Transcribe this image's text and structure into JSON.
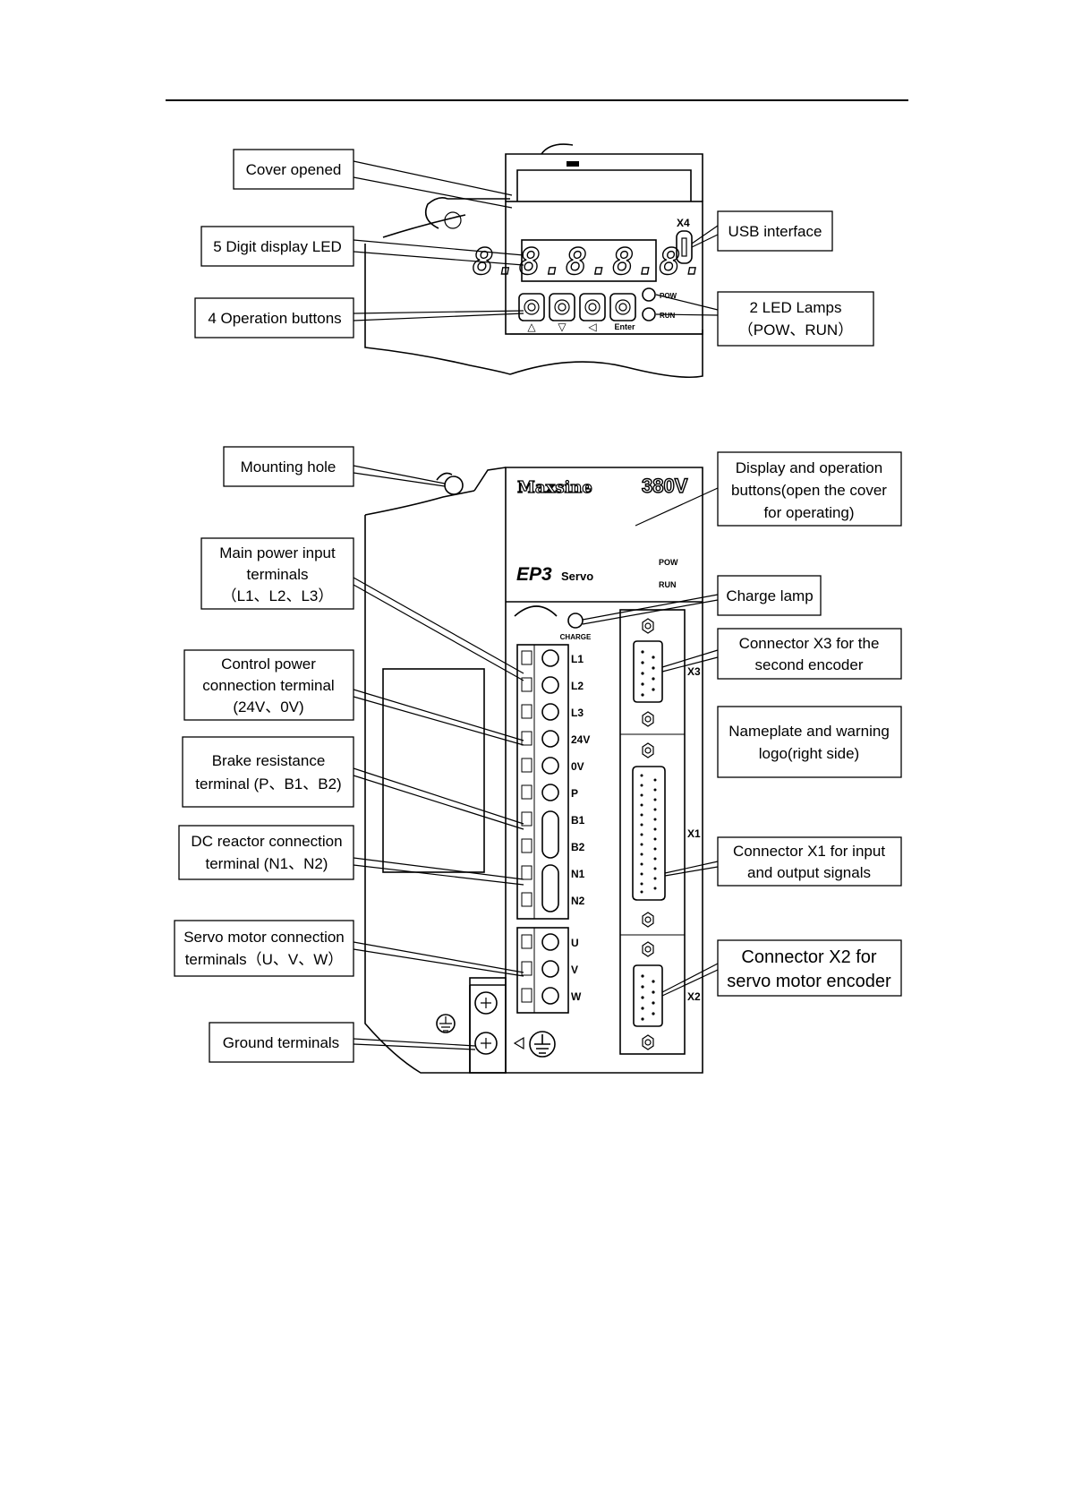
{
  "callouts": {
    "cover_opened": [
      "Cover opened"
    ],
    "digit_display": [
      "5 Digit display LED"
    ],
    "operation_buttons": [
      "4 Operation buttons"
    ],
    "usb_interface": [
      "USB interface"
    ],
    "led_lamps": [
      "2 LED Lamps",
      "（POW、RUN）"
    ],
    "mounting_hole": [
      "Mounting hole"
    ],
    "display_operation": [
      "Display and operation",
      "buttons(open the cover",
      "for operating)"
    ],
    "main_power": [
      "Main power input",
      "terminals",
      "（L1、L2、L3）"
    ],
    "charge_lamp": [
      "Charge lamp"
    ],
    "control_power": [
      "Control power",
      "connection terminal",
      "(24V、0V)"
    ],
    "connector_x3": [
      "Connector X3 for the",
      "second encoder"
    ],
    "nameplate": [
      "Nameplate and warning",
      "logo(right side)"
    ],
    "brake_resistance": [
      "Brake resistance",
      "terminal (P、B1、B2)"
    ],
    "dc_reactor": [
      "DC reactor connection",
      "terminal (N1、N2)"
    ],
    "connector_x1": [
      "Connector X1 for input",
      "and output signals"
    ],
    "servo_motor": [
      "Servo motor connection",
      "terminals（U、V、W）"
    ],
    "connector_x2": [
      "Connector X2 for",
      "servo motor encoder"
    ],
    "ground": [
      "Ground terminals"
    ]
  },
  "device": {
    "brand": "Maxsine",
    "voltage": "380V",
    "model": "EP3",
    "series": "Servo",
    "led_display": "8.8.8.8.8.",
    "lamps": [
      "POW",
      "RUN"
    ],
    "button_symbols": [
      "△",
      "▽",
      "◁",
      "Enter"
    ],
    "usb_port": "X4",
    "charge": "CHARGE",
    "terminals_top": [
      "L1",
      "L2",
      "L3",
      "24V",
      "0V",
      "P",
      "B1",
      "B2",
      "N1",
      "N2"
    ],
    "terminals_motor": [
      "U",
      "V",
      "W"
    ],
    "connectors": [
      "X3",
      "X1",
      "X2"
    ]
  }
}
